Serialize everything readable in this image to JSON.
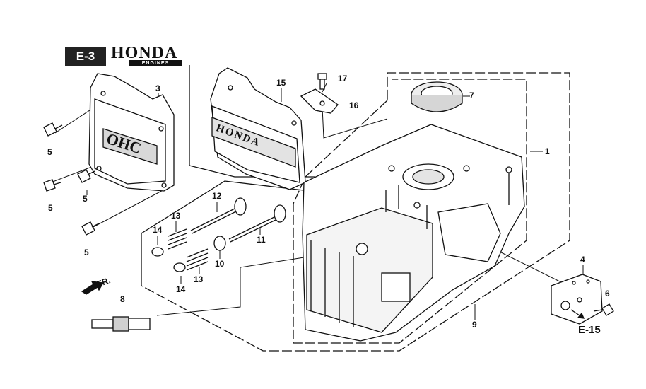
{
  "header": {
    "section_code": "E-3",
    "brand": "HONDA",
    "brand_sub": "ENGINES"
  },
  "direction_label": "FR.",
  "cover_lettering": {
    "ohc": "OHC",
    "honda": "HONDA"
  },
  "callouts": [
    {
      "id": "c1",
      "text": "1"
    },
    {
      "id": "c3",
      "text": "3"
    },
    {
      "id": "c4",
      "text": "4"
    },
    {
      "id": "c5a",
      "text": "5"
    },
    {
      "id": "c5b",
      "text": "5"
    },
    {
      "id": "c5c",
      "text": "5"
    },
    {
      "id": "c5d",
      "text": "5"
    },
    {
      "id": "c6",
      "text": "6"
    },
    {
      "id": "c7",
      "text": "7"
    },
    {
      "id": "c8",
      "text": "8"
    },
    {
      "id": "c9",
      "text": "9"
    },
    {
      "id": "c10",
      "text": "10"
    },
    {
      "id": "c11",
      "text": "11"
    },
    {
      "id": "c12",
      "text": "12"
    },
    {
      "id": "c13a",
      "text": "13"
    },
    {
      "id": "c13b",
      "text": "13"
    },
    {
      "id": "c14a",
      "text": "14"
    },
    {
      "id": "c14b",
      "text": "14"
    },
    {
      "id": "c15",
      "text": "15"
    },
    {
      "id": "c16",
      "text": "16"
    },
    {
      "id": "c17",
      "text": "17"
    }
  ],
  "cross_reference": "E-15",
  "colors": {
    "ink": "#111111",
    "fill": "#ffffff",
    "shade": "#bdbdbd"
  }
}
